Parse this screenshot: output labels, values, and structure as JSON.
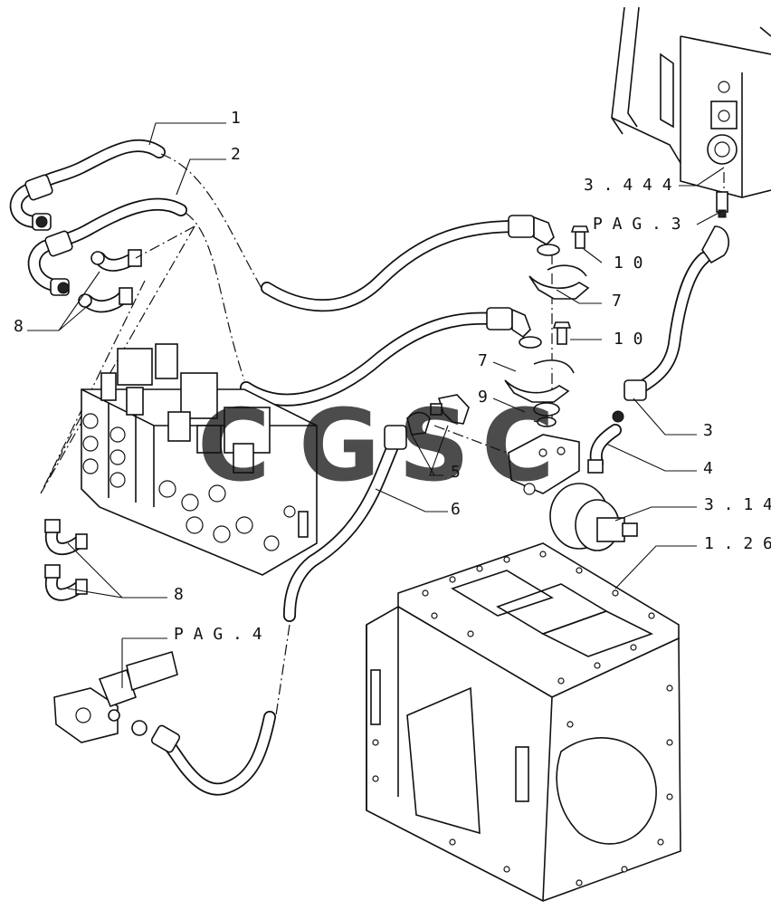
{
  "diagram": {
    "callouts": [
      {
        "id": "c1",
        "text": "1"
      },
      {
        "id": "c2",
        "text": "2"
      },
      {
        "id": "c8a",
        "text": "8"
      },
      {
        "id": "c3444",
        "text": "3 . 4 4 4"
      },
      {
        "id": "cpag3",
        "text": "P A G . 3"
      },
      {
        "id": "c10a",
        "text": "1 0"
      },
      {
        "id": "c7a",
        "text": "7"
      },
      {
        "id": "c10b",
        "text": "1 0"
      },
      {
        "id": "c7b",
        "text": "7"
      },
      {
        "id": "c9",
        "text": "9"
      },
      {
        "id": "c3",
        "text": "3"
      },
      {
        "id": "c4",
        "text": "4"
      },
      {
        "id": "c5",
        "text": "5"
      },
      {
        "id": "c6",
        "text": "6"
      },
      {
        "id": "c314",
        "text": "3 . 1 4"
      },
      {
        "id": "c126",
        "text": "1 . 2 6"
      },
      {
        "id": "c8b",
        "text": "8"
      },
      {
        "id": "cpag4",
        "text": "P A G . 4"
      }
    ],
    "watermark": {
      "letters": [
        "C",
        "G",
        "S",
        "C"
      ],
      "colors": [
        "#3b82f6",
        "#ef4444",
        "#facc15",
        "#22a35a"
      ]
    }
  }
}
